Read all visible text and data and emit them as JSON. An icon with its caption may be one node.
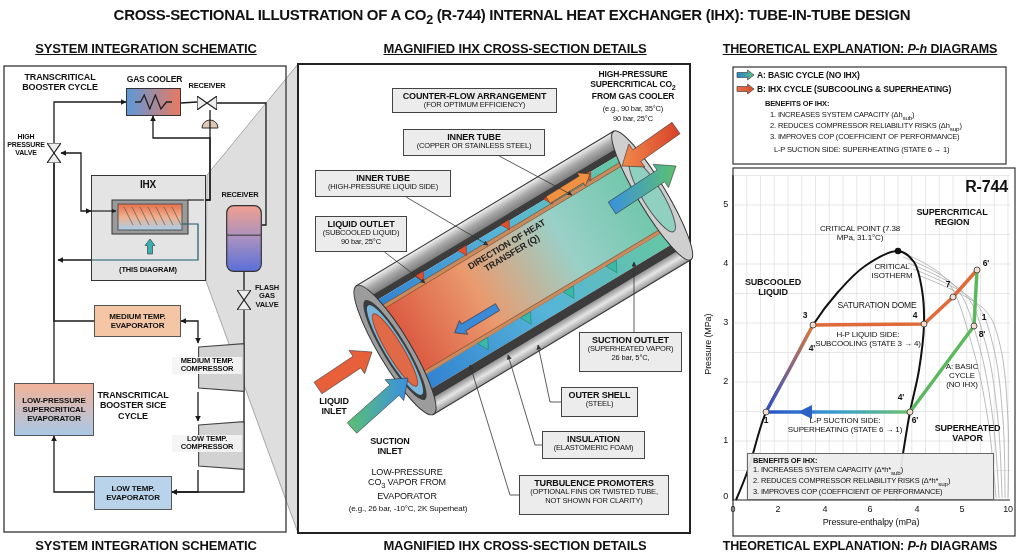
{
  "diagram": {
    "title": "CROSS-SECTIONAL ILLUSTRATION OF A CO$_{2}$ (R-744) INTERNAL HEAT EXCHANGER (IHX): TUBE-IN-TUBE DESIGN",
    "nodes": [
      {
        "text": [
          "GAS COOLER"
        ]
      },
      {
        "text": [
          "RECEIVER"
        ]
      },
      {
        "text": [
          "HIGH PRESSURE VALVE"
        ]
      },
      {
        "text": [
          "IHX",
          "(THIS DIAGRAM)"
        ]
      },
      {
        "text": [
          "RECEIVER"
        ]
      },
      {
        "text": [
          "FLASH GAS VALVE"
        ]
      },
      {
        "text": [
          "MEDIUM TEMP. EVAPORATOR"
        ]
      },
      {
        "text": [
          "MEDIUM TEMP. COMPRESSOR"
        ]
      },
      {
        "text": [
          "LOW-PRESSURE SUPERCRITICAL EVAPORATOR"
        ]
      },
      {
        "text": [
          "LOW TEMP. COMPRESSOR"
        ]
      },
      {
        "text": [
          "LOW TEMP. EVAPORATOR"
        ]
      },
      {
        "text": [
          "COUNTER-FLOW ARRANGEMENT",
          "(FOR OPTIMUM EFFICIENCY)"
        ]
      },
      {
        "text": [
          "INNER TUBE",
          "(COPPER OR STAINLESS STEEL)"
        ]
      },
      {
        "text": [
          "INNER TUBE",
          "(HIGH-PRESSURE LIQUID SIDE)"
        ]
      },
      {
        "text": [
          "LIQUID OUTLET",
          "(SUBCOOLED LIQUID)",
          "90 bar, 25°C"
        ]
      },
      {
        "text": [
          "SUCTION OUTLET",
          "(SUPERHEATED VAPOR)",
          "26 bar, 5°C,"
        ]
      },
      {
        "text": [
          "OUTER SHELL",
          "(STEEL)"
        ]
      },
      {
        "text": [
          "INSULATION",
          "(ELASTOMERIC FOAM)"
        ]
      },
      {
        "text": [
          "TURBULENCE PROMOTERS",
          "(OPTIONAL FINS OR TWISTED TUBE, NOT SHOWN FOR CLARITY)"
        ]
      },
      {
        "text": [
          "BENEFITS OF IHX:",
          "1. INCREASES SYSTEM CAPACITY (Δ*h*$_{sub}$)",
          "2. REDUCES COMPRESSOR RELIABILITY RISKS (Δ*h*$_{sup}$)",
          "3. IMPROVES COP (COEFFICIENT OF PERFORMANCE)"
        ]
      },
      {
        "text": [
          "DIRECTION OF HEAT TRANSFER (Q)"
        ]
      }
    ],
    "edges": [
      {
        "from": 8,
        "to": 2,
        "arrow": "none"
      },
      {
        "from": 2,
        "to": 3,
        "arrow": "both"
      },
      {
        "from": 2,
        "to": 0,
        "arrow": "to"
      },
      {
        "from": 6,
        "to": 2,
        "arrow": "none"
      },
      {
        "from": 0,
        "to": 1,
        "arrow": "none"
      },
      {
        "from": 1,
        "to": 4,
        "arrow": "none"
      },
      {
        "from": 3,
        "to": 0,
        "arrow": "to"
      },
      {
        "from": 3,
        "to": null,
        "arrow": "to"
      },
      {
        "from": 4,
        "to": 5,
        "arrow": "none"
      },
      {
        "from": 5,
        "to": 10,
        "arrow": "to"
      },
      {
        "from": 6,
        "to": 7,
        "arrow": "both"
      },
      {
        "from": 7,
        "to": 9,
        "arrow": "to"
      },
      {
        "from": 9,
        "to": 10,
        "arrow": "to"
      },
      {
        "from": 10,
        "to": 8,
        "arrow": "to"
      },
      {
        "from": 12,
        "to": 20,
        "arrow": "to"
      },
      {
        "from": 13,
        "to": 20,
        "arrow": "to"
      },
      {
        "from": 14,
        "to": 20,
        "arrow": "to"
      },
      {
        "from": 15,
        "to": 20,
        "arrow": "to"
      },
      {
        "from": 16,
        "to": 20,
        "arrow": "to"
      },
      {
        "from": 17,
        "to": 20,
        "arrow": "to"
      },
      {
        "from": 18,
        "to": 20,
        "arrow": "to"
      },
      {
        "from": 3,
        "to": 1,
        "arrow": "none"
      }
    ],
    "labels": [
      "SYSTEM INTEGRATION SCHEMATIC",
      "MAGNIFIED IHX CROSS-SECTION DETAILS",
      "THEORETICAL EXPLANATION: *P-h* DIAGRAMS",
      "TRANSCRITICAL BOOSTER CYCLE",
      "TRANSCRITICAL BOOSTER SICE CYCLE",
      "HIGH-PRESSURE SUPERCRITICAL CO$_{2}$ FROM GAS COOLER",
      "(e.g., 90 bar, 35°C)",
      "90 bar, 25°C",
      "LIQUID INLET",
      "SUCTION INLET",
      "LOW-PRESSURE CO$_{3}$ VAPOR FROM EVAPORATOR",
      "(e.g., 26 bar, -10°C, 2K Superheat)",
      "BENEFITS OF IHX:",
      "1. INCREASES SYSTEM CAPACITY (Δh$_{sub}$)",
      "2. REDUCES COMPRESSOR RELIABILITY RISKS (Δh$_{sup}$)",
      "3. IMPROVES COP (COEFFICIENT OF PERFORMANCE)",
      "L-P SUCTION SIDE: SUPERHEATING (STATE 6 → 1)",
      "R-744",
      "SUPERCRITICAL REGION",
      "CRITICAL POINT (7.38 MPa, 31.1°C)",
      "CRITICAL ISOTHERM",
      "SUBCOOLED LIQUID",
      "SATURATION DOME",
      "H-P LIQUID SIDE: SUBCOOLING (STATE 3 → 4)",
      "A: BASIC CYCLE (NO IHX)",
      "L-P SUCTION SIDE: SUPERHEATING (STATE 6 → 1)",
      "SUPERHEATED VAPOR",
      "6'",
      "7",
      "3",
      "4",
      "1",
      "8'",
      "4'",
      "4'",
      "1",
      "6'",
      "5",
      "4",
      "3",
      "2",
      "1",
      "0",
      "Pressure (MPa)",
      "0",
      "2",
      "4",
      "6",
      "4",
      "5",
      "10",
      "Pressure-enthalpy (mPa)",
      "SYSTEM INTEGRATION SCHEMATIC",
      "MAGNIFIED IHX CROSS-SECTION DETAILS",
      "THEORETICAL EXPLANATION: *P-h* DIAGRAMS"
    ],
    "legend": [
      {
        "text": "A: BASIC CYCLE (NO IHX)"
      },
      {
        "text": "B: IHX CYCLE (SUBCOOLING & SUPERHEATING)"
      }
    ]
  }
}
